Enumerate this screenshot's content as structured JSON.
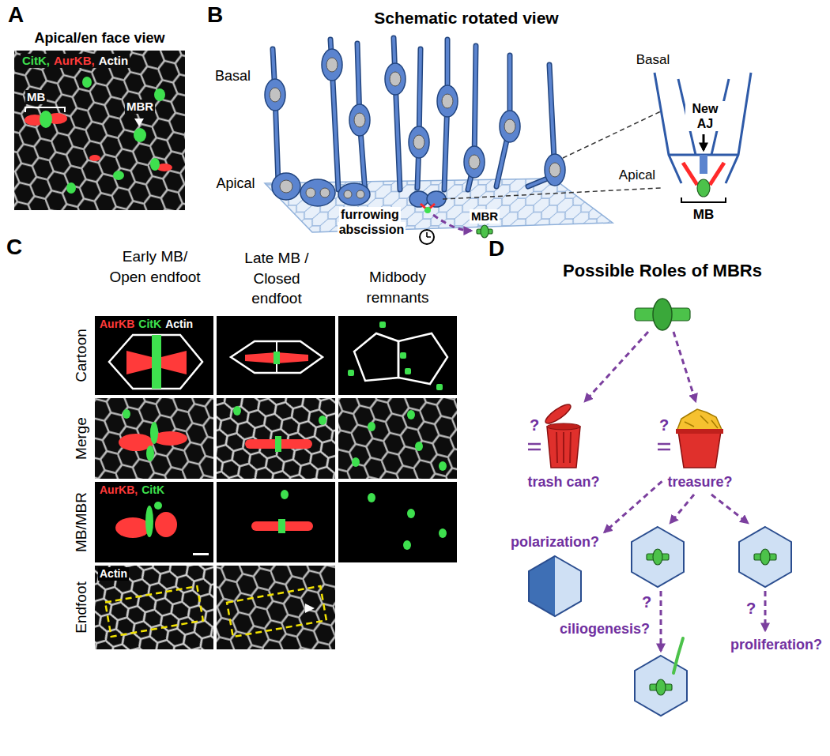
{
  "diagram": {
    "nodes": [
      {
        "text": [
          "CitK,",
          "AurKB,",
          "Actin",
          "MB",
          "MBR"
        ]
      },
      {
        "text": [
          "AurKB",
          "CitK",
          "Actin"
        ]
      },
      {
        "text": [
          "AurKB,",
          "CitK"
        ]
      },
      {
        "text": [
          "Actin"
        ]
      },
      {
        "text": [
          "trash can?"
        ]
      },
      {
        "text": [
          "treasure?"
        ]
      },
      {
        "text": [
          "polarization?"
        ]
      }
    ],
    "edges": [
      {
        "from": 5,
        "to": 6,
        "arrow": "to"
      }
    ],
    "labels": [
      "A",
      "Apical/en face view",
      "B",
      "Schematic rotated view",
      "Basal",
      "Apical",
      "furrowing",
      "abscission",
      "MBR",
      "Basal",
      "New AJ",
      "Apical",
      "MB",
      "C",
      "Early MB/ Open endfoot",
      "Late MB / Closed endfoot",
      "Midbody remnants",
      "Cartoon",
      "Merge",
      "MB/MBR",
      "Endfoot",
      "D",
      "Possible Roles of MBRs",
      "?",
      "?",
      "?",
      "?",
      "proliferation?",
      "ciliogenesis?"
    ]
  }
}
